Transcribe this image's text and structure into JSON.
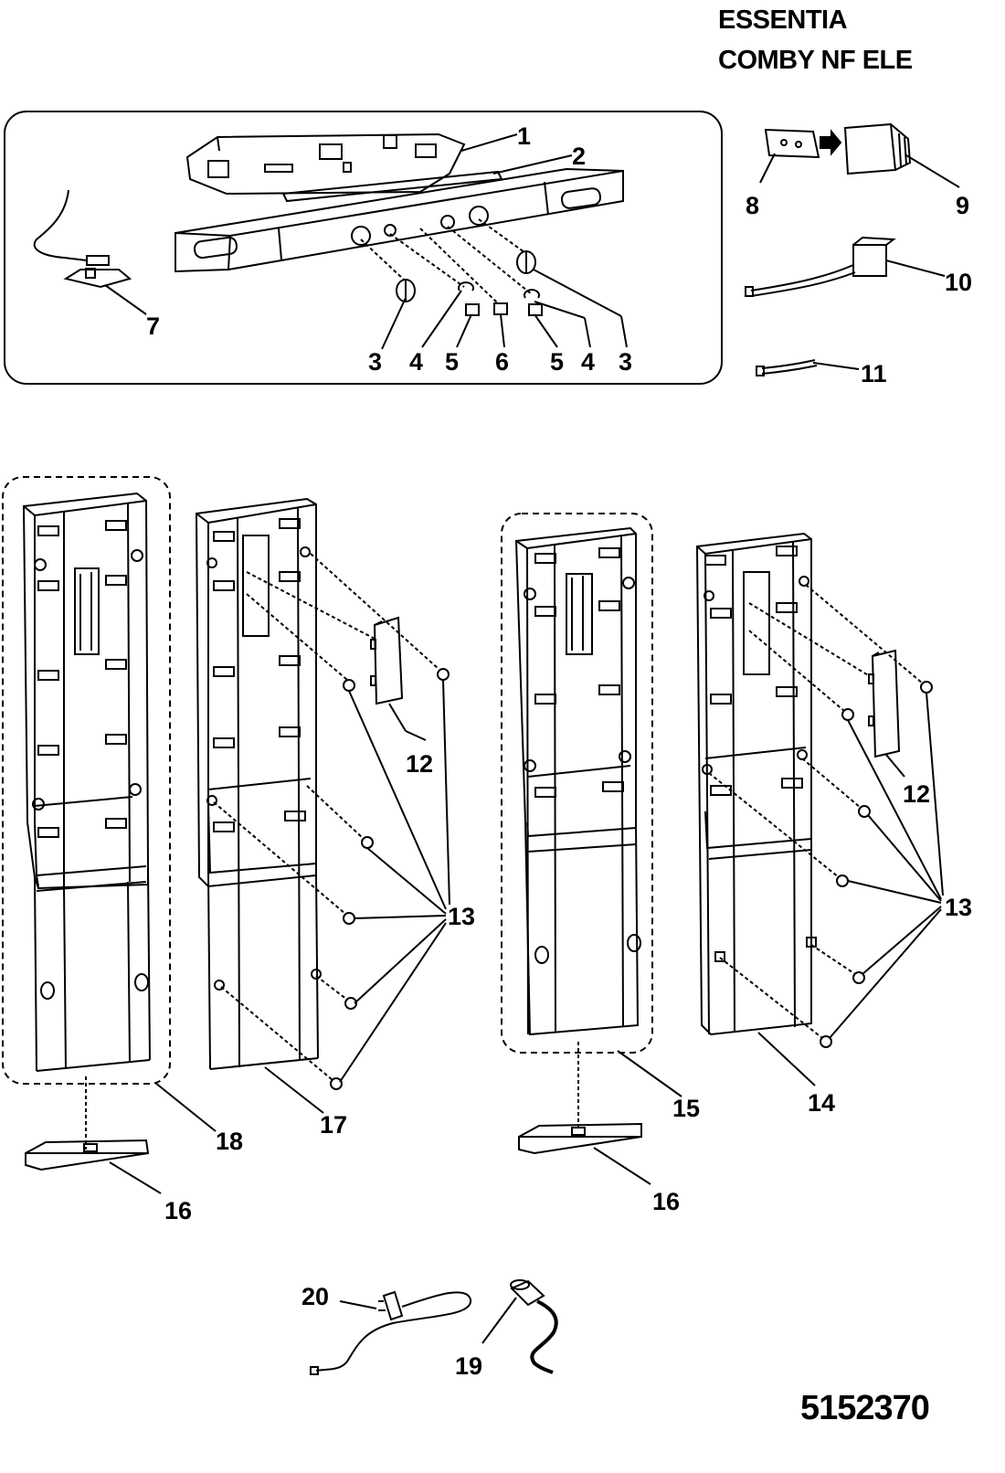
{
  "header": {
    "model_line1": "ESSENTIA",
    "model_line2": "COMBY NF ELE"
  },
  "footer": {
    "doc_number": "5152370"
  },
  "callouts": [
    "1",
    "2",
    "3",
    "3",
    "4",
    "4",
    "5",
    "5",
    "6",
    "7",
    "8",
    "9",
    "10",
    "11",
    "12",
    "12",
    "13",
    "13",
    "14",
    "15",
    "16",
    "16",
    "17",
    "18",
    "19",
    "20"
  ]
}
